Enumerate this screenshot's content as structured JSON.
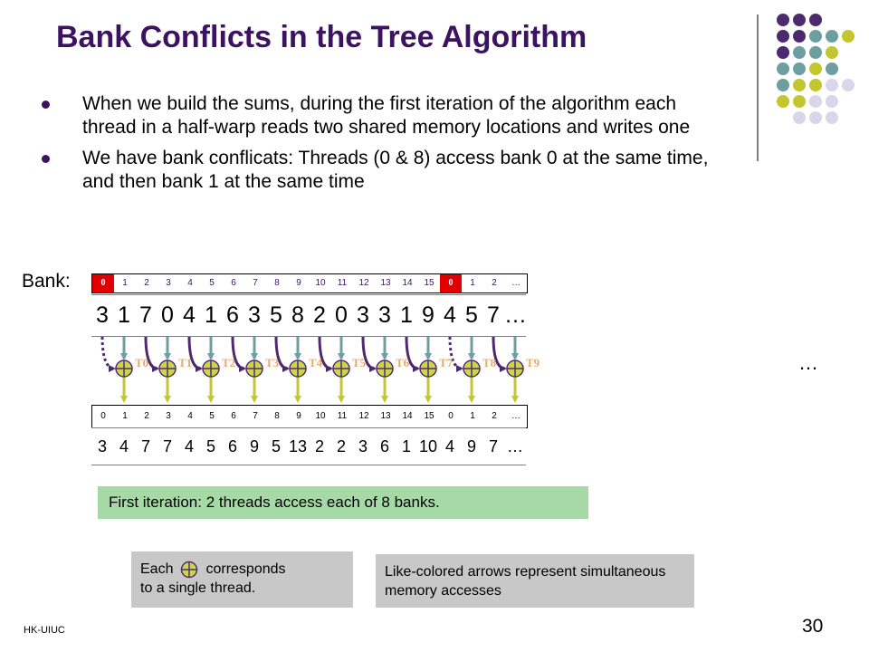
{
  "title": "Bank Conflicts in the Tree Algorithm",
  "bullets": [
    "When we build the sums, during the first iteration of the algorithm each thread in a half-warp reads two shared memory locations and writes one",
    "We have bank conflicats: Threads (0 & 8) access bank 0 at the same time, and then bank 1 at the same time"
  ],
  "bank_label": "Bank:",
  "top_indices": [
    "0",
    "1",
    "2",
    "3",
    "4",
    "5",
    "6",
    "7",
    "8",
    "9",
    "10",
    "11",
    "12",
    "13",
    "14",
    "15",
    "0",
    "1",
    "2",
    "…"
  ],
  "top_values": [
    "3",
    "1",
    "7",
    "0",
    "4",
    "1",
    "6",
    "3",
    "5",
    "8",
    "2",
    "0",
    "3",
    "3",
    "1",
    "9",
    "4",
    "5",
    "7",
    "…"
  ],
  "threads": [
    "T0",
    "T1",
    "T2",
    "T3",
    "T4",
    "T5",
    "T6",
    "T7",
    "T8",
    "T9"
  ],
  "threads_ellipsis": "…",
  "bottom_indices": [
    "0",
    "1",
    "2",
    "3",
    "4",
    "5",
    "6",
    "7",
    "8",
    "9",
    "10",
    "11",
    "12",
    "13",
    "14",
    "15",
    "0",
    "1",
    "2",
    "…"
  ],
  "bottom_values": [
    "3",
    "4",
    "7",
    "7",
    "4",
    "5",
    "6",
    "9",
    "5",
    "13",
    "2",
    "2",
    "3",
    "6",
    "1",
    "10",
    "4",
    "9",
    "7",
    "…"
  ],
  "note_green": "First iteration: 2 threads access each of 8 banks.",
  "note_left_before": "Each",
  "note_left_after": "corresponds",
  "note_left_line2": "to a single thread.",
  "note_right": "Like-colored arrows represent simultaneous memory accesses",
  "footer": "HK-UIUC",
  "slide_number": "30",
  "colors": {
    "title": "#3c1361",
    "purple": "#4b2a6e",
    "teal": "#6d9ea0",
    "olive": "#c3c62f",
    "lavender": "#d9d6ea",
    "plus_fill": "#c6d94a",
    "red_bank": "#e00000",
    "thread_label": "#e8a96a",
    "note_green": "#a6d9a6",
    "note_gray": "#c8c8c8"
  }
}
